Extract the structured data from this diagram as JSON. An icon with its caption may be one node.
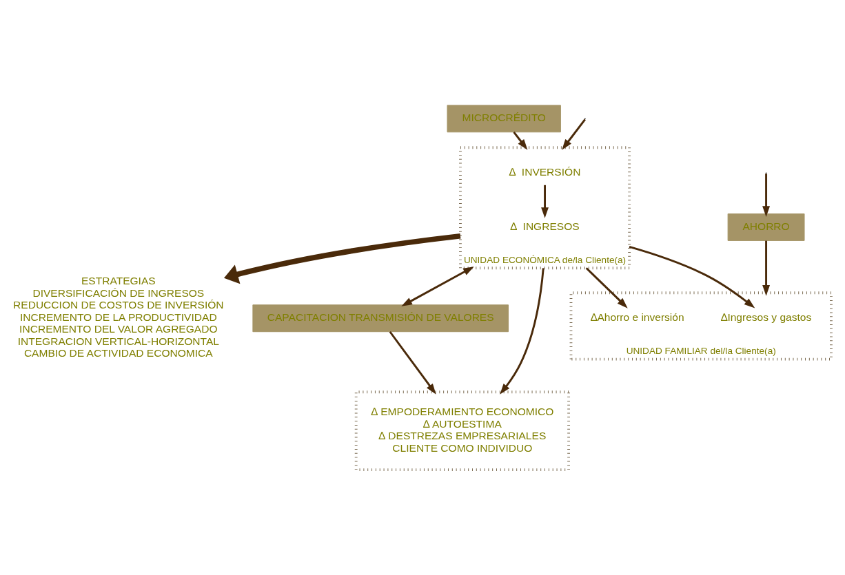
{
  "diagram": {
    "nodes": [
      {
        "text": [
          "MICROCRÉDITO"
        ]
      },
      {
        "text": [
          "UNIDAD ECONÓMICA de/la Cliente(a)"
        ]
      },
      {
        "text": [
          "∆  INVERSIÓN"
        ],
        "in": 1
      },
      {
        "text": [
          "∆  INGRESOS"
        ],
        "in": 1
      },
      {
        "text": [
          "ESTRATEGIAS",
          "DIVERSIFICACIÓN DE INGRESOS",
          "REDUCCION DE COSTOS DE INVERSIÓN",
          "INCREMENTO DE LA PRODUCTIVIDAD",
          "INCREMENTO DEL VALOR AGREGADO",
          "INTEGRACION VERTICAL-HORIZONTAL",
          "CAMBIO DE ACTIVIDAD ECONOMICA"
        ]
      },
      {
        "text": [
          "AHORRO"
        ]
      },
      {
        "text": [
          "CAPACITACION TRANSMISIÓN DE VALORES"
        ]
      },
      {
        "text": [
          "UNIDAD FAMILIAR del/la Cliente(a)"
        ]
      },
      {
        "text": [
          "∆Ingresos y gastos"
        ],
        "in": 7
      },
      {
        "text": [
          "∆Ahorro e inversión"
        ],
        "in": 7
      },
      {
        "text": [
          "∆ EMPODERAMIENTO ECONOMICO",
          "∆ AUTOESTIMA",
          "∆ DESTREZAS EMPRESARIALES",
          "CLIENTE COMO INDIVIDUO"
        ]
      }
    ],
    "edges": [
      {
        "from": 0,
        "to": 1,
        "arrow": "to"
      },
      {
        "from": 2,
        "to": 3,
        "arrow": "to"
      },
      {
        "from": 1,
        "to": 4,
        "arrow": "to",
        "style": "thick"
      },
      {
        "from": null,
        "to": 1,
        "arrow": "to"
      },
      {
        "from": null,
        "to": 5,
        "arrow": "to"
      },
      {
        "from": 5,
        "to": 7,
        "arrow": "to"
      },
      {
        "from": 1,
        "to": 8,
        "arrow": "to"
      },
      {
        "from": 1,
        "to": 9,
        "arrow": "to"
      },
      {
        "from": 1,
        "to": 10,
        "arrow": "to"
      },
      {
        "from": 1,
        "to": 6,
        "arrow": "both"
      },
      {
        "from": 6,
        "to": 10,
        "arrow": "to"
      }
    ]
  }
}
